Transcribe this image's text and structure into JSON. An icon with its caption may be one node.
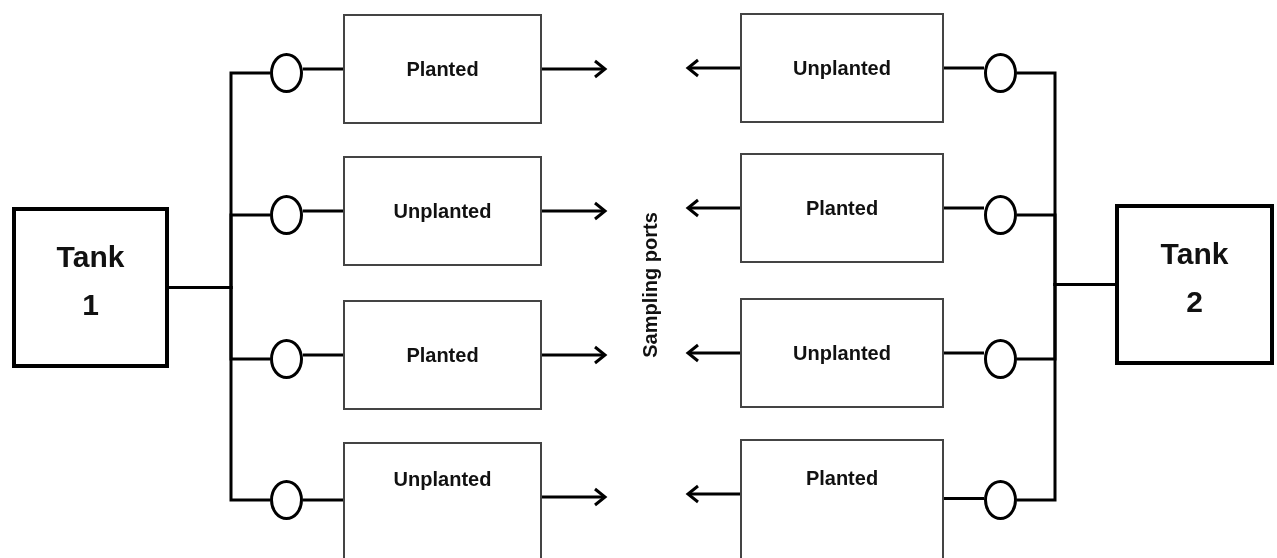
{
  "diagram": {
    "nodes": [
      {
        "text": [
          "Tank 1"
        ]
      },
      {
        "text": [],
        "shape": "circle"
      },
      {
        "text": [
          "Planted"
        ]
      },
      {
        "text": [
          "Unplanted"
        ]
      },
      {
        "text": [],
        "shape": "circle"
      },
      {
        "text": [],
        "shape": "circle"
      },
      {
        "text": [
          "Unplanted"
        ]
      },
      {
        "text": [
          "Planted"
        ]
      },
      {
        "text": [],
        "shape": "circle"
      },
      {
        "text": [],
        "shape": "circle"
      },
      {
        "text": [
          "Planted"
        ]
      },
      {
        "text": [
          "Unplanted"
        ]
      },
      {
        "text": [],
        "shape": "circle"
      },
      {
        "text": [],
        "shape": "circle"
      },
      {
        "text": [
          "Unplanted"
        ]
      },
      {
        "text": [
          "Planted"
        ]
      },
      {
        "text": [],
        "shape": "circle"
      },
      {
        "text": [
          "Tank 2"
        ]
      }
    ],
    "edges": [
      {
        "from": 0,
        "to": 1,
        "arrow": "none"
      },
      {
        "from": 1,
        "to": 2,
        "arrow": "none"
      },
      {
        "from": 2,
        "to": null,
        "arrow": "to"
      },
      {
        "from": 3,
        "to": null,
        "arrow": "to"
      },
      {
        "from": 4,
        "to": 3,
        "arrow": "none"
      },
      {
        "from": 17,
        "to": 4,
        "arrow": "none"
      },
      {
        "from": 0,
        "to": 5,
        "arrow": "none"
      },
      {
        "from": 5,
        "to": 6,
        "arrow": "none"
      },
      {
        "from": 6,
        "to": null,
        "arrow": "to"
      },
      {
        "from": 7,
        "to": null,
        "arrow": "to"
      },
      {
        "from": 8,
        "to": 7,
        "arrow": "none"
      },
      {
        "from": 17,
        "to": 8,
        "arrow": "none"
      },
      {
        "from": 0,
        "to": 9,
        "arrow": "none"
      },
      {
        "from": 9,
        "to": 10,
        "arrow": "none"
      },
      {
        "from": 10,
        "to": null,
        "arrow": "to"
      },
      {
        "from": 11,
        "to": null,
        "arrow": "to"
      },
      {
        "from": 12,
        "to": 11,
        "arrow": "none"
      },
      {
        "from": 17,
        "to": 12,
        "arrow": "none"
      },
      {
        "from": 0,
        "to": 13,
        "arrow": "none"
      },
      {
        "from": 13,
        "to": 14,
        "arrow": "none"
      },
      {
        "from": 14,
        "to": null,
        "arrow": "to"
      },
      {
        "from": 15,
        "to": null,
        "arrow": "to"
      },
      {
        "from": 16,
        "to": 15,
        "arrow": "none"
      },
      {
        "from": 17,
        "to": 16,
        "arrow": "none"
      }
    ],
    "labels": [
      "Sampling ports"
    ]
  }
}
